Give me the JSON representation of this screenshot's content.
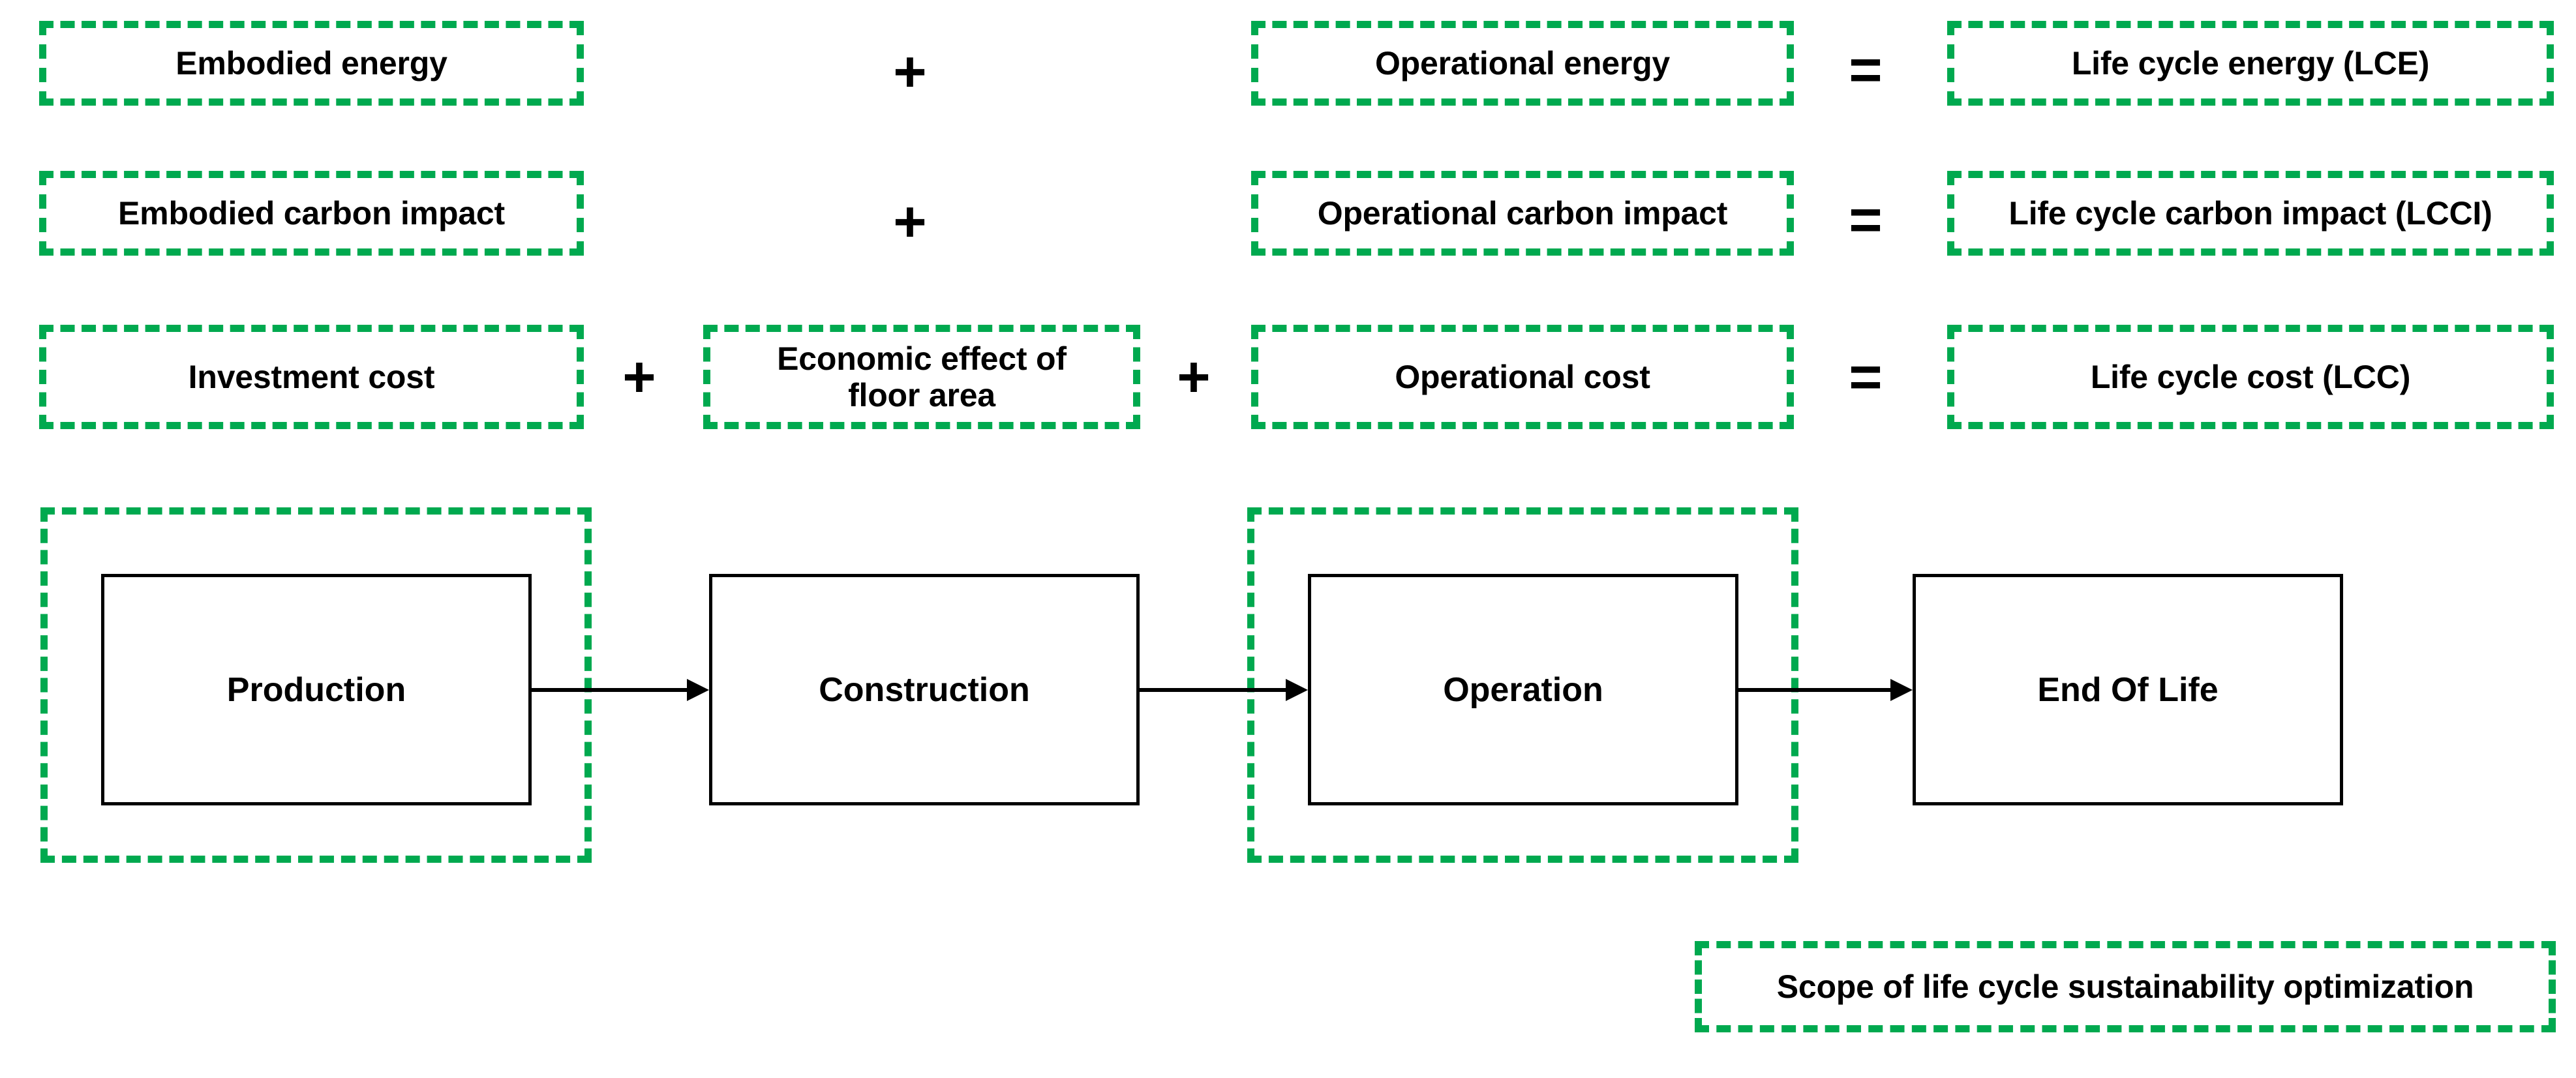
{
  "figure": {
    "title": "Life cycle sustainability optimization scope diagram",
    "accent_color": "#00A94F",
    "line_color": "#000000",
    "background": "#ffffff"
  },
  "equations": [
    {
      "id": "energy",
      "terms": [
        "Embodied energy",
        "Operational energy"
      ],
      "operators": [
        "+",
        "="
      ],
      "result": "Life cycle energy (LCE)"
    },
    {
      "id": "carbon",
      "terms": [
        "Embodied carbon impact",
        "Operational carbon impact"
      ],
      "operators": [
        "+",
        "="
      ],
      "result": "Life cycle carbon impact (LCCI)"
    },
    {
      "id": "cost",
      "terms": [
        "Investment cost",
        "Economic effect of floor area",
        "Operational cost"
      ],
      "operators": [
        "+",
        "+",
        "="
      ],
      "result": "Life cycle cost (LCC)"
    }
  ],
  "row1": {
    "term1": "Embodied energy",
    "plus": "+",
    "term2": "Operational energy",
    "equals": "=",
    "result": "Life cycle energy (LCE)"
  },
  "row2": {
    "term1": "Embodied carbon impact",
    "plus": "+",
    "term2": "Operational carbon impact",
    "equals": "=",
    "result": "Life cycle carbon impact (LCCI)"
  },
  "row3": {
    "term1": "Investment cost",
    "plus1": "+",
    "term2": "Economic effect of\nfloor area",
    "term2_line1": "Economic effect of",
    "term2_line2": "floor area",
    "plus2": "+",
    "term3": "Operational cost",
    "equals": "=",
    "result": "Life cycle cost (LCC)"
  },
  "lifecycle": {
    "stages": [
      {
        "label": "Production",
        "in_scope": true
      },
      {
        "label": "Construction",
        "in_scope": false
      },
      {
        "label": "Operation",
        "in_scope": true
      },
      {
        "label": "End Of Life",
        "in_scope": false
      }
    ],
    "arrows": [
      "→",
      "→",
      "→"
    ]
  },
  "legend": {
    "label": "Scope of life cycle sustainability optimization"
  }
}
